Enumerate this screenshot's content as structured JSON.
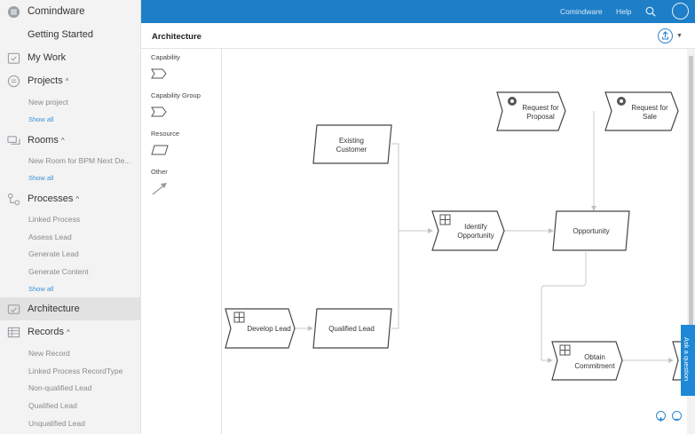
{
  "app": {
    "name": "Comindware"
  },
  "sidebar": {
    "brand": "Comindware",
    "getting_started": "Getting Started",
    "my_work": "My Work",
    "projects": {
      "label": "Projects",
      "caret": "^",
      "items": [
        "New project"
      ],
      "show_all": "Show all"
    },
    "rooms": {
      "label": "Rooms",
      "caret": "^",
      "items": [
        "New Room for BPM Next De..."
      ],
      "show_all": "Show all"
    },
    "processes": {
      "label": "Processes",
      "caret": "^",
      "items": [
        "Linked Process",
        "Assess Lead",
        "Generate Lead",
        "Generate Content"
      ],
      "show_all": "Show all"
    },
    "architecture": "Architecture",
    "records": {
      "label": "Records",
      "caret": "^",
      "items": [
        "New Record",
        "Linked Process RecordType",
        "Non-qualified Lead",
        "Qualified Lead",
        "Unqualified Lead"
      ]
    }
  },
  "topbar": {
    "company": "Comindware",
    "help": "Help"
  },
  "header": {
    "title": "Architecture"
  },
  "palette": {
    "capability": "Capability",
    "capability_group": "Capability Group",
    "resource": "Resource",
    "other": "Other"
  },
  "diagram": {
    "nodes": {
      "request_for_proposal": [
        "Request for",
        "Proposal"
      ],
      "request_for_sale": [
        "Request for",
        "Sale"
      ],
      "existing_customer": [
        "Existing",
        "Customer"
      ],
      "identify_opportunity": [
        "Identify",
        "Opportunity"
      ],
      "opportunity": [
        "Opportunity"
      ],
      "develop_lead": [
        "Develop Lead"
      ],
      "qualified_lead": [
        "Qualified Lead"
      ],
      "obtain_commitment": [
        "Obtain",
        "Commitment"
      ]
    }
  },
  "ask_tab": "Ask a question",
  "colors": {
    "topbar": "#1e7ec8",
    "accent": "#2d86cf",
    "sidebar_bg": "#f3f3f3",
    "active_item": "#e2e2e2"
  }
}
